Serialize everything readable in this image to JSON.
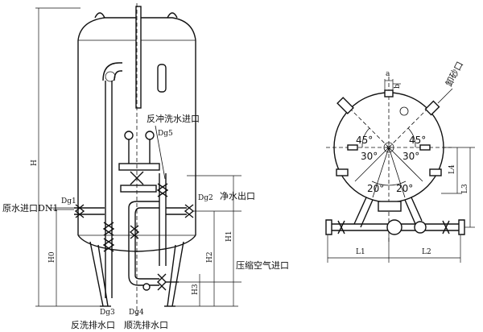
{
  "side_view": {
    "labels": {
      "backwash_inlet": "反冲洗水进口",
      "raw_inlet": "原水进口DN1",
      "clean_outlet": "净水出口",
      "air_inlet": "压缩空气进口",
      "backwash_drain": "反洗排水口",
      "forward_drain": "顺洗排水口"
    },
    "dims": {
      "H": "H",
      "H0": "H0",
      "H1": "H1",
      "H2": "H2",
      "H3": "H3"
    },
    "dg": {
      "dg1": "Dg1",
      "dg2": "Dg2",
      "dg3": "Dg3",
      "dg4": "Dg4",
      "dg5": "Dg5"
    }
  },
  "top_view": {
    "labels": {
      "sand_outlet": "卸砂口",
      "a": "a",
      "b": "b"
    },
    "dims": {
      "L1": "L1",
      "L2": "L2",
      "L3": "L3",
      "L4": "L4"
    },
    "angles": [
      "45°",
      "45°",
      "30°",
      "30°",
      "20°",
      "20°"
    ]
  }
}
